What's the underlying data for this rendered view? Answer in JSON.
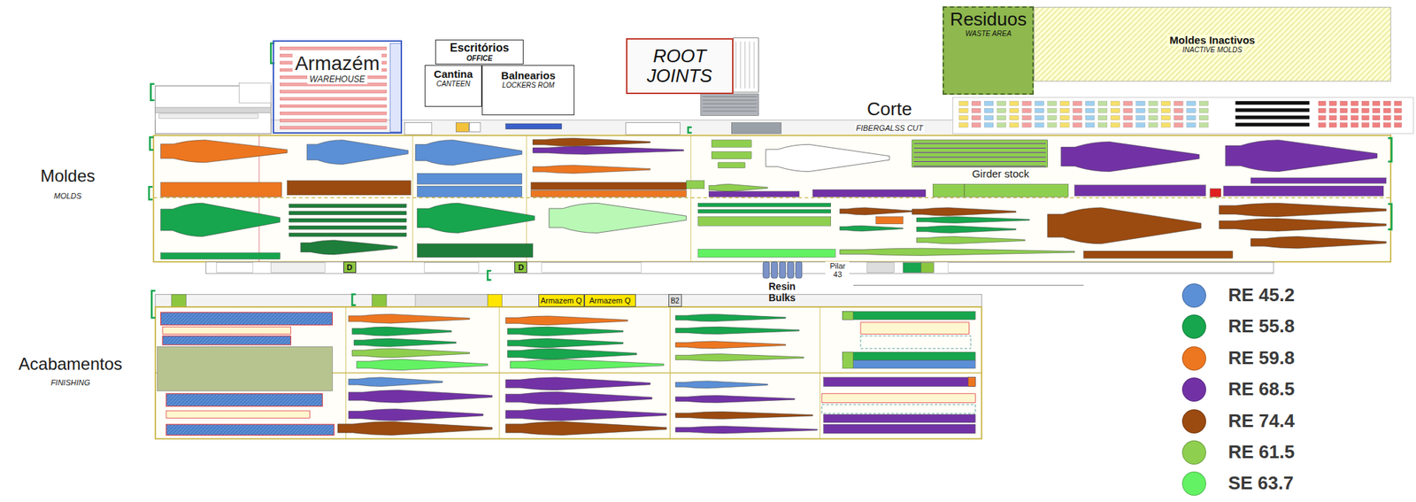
{
  "diagram": {
    "nodes": [
      {
        "text": [
          "Armazém",
          "WAREHOUSE"
        ]
      },
      {
        "text": [
          "Escritórios",
          "OFFICE"
        ]
      },
      {
        "text": [
          "Cantina",
          "CANTEEN"
        ]
      },
      {
        "text": [
          "Balnearios",
          "LOCKERS ROM"
        ]
      },
      {
        "text": [
          "ROOT JOINTS"
        ]
      },
      {
        "text": [
          "Residuos",
          "WASTE AREA"
        ]
      },
      {
        "text": [
          "Moldes Inactivos",
          "INACTIVE MOLDS"
        ]
      },
      {
        "text": [
          "D"
        ]
      },
      {
        "text": [
          "D"
        ]
      },
      {
        "text": [
          "Armazem Q"
        ]
      },
      {
        "text": [
          "Armazem Q"
        ]
      },
      {
        "text": [
          "B2"
        ]
      }
    ],
    "labels": [
      "Corte",
      "FIBERGALSS CUT",
      "Moldes",
      "MOLDS",
      "Girder stock",
      "Resin Bulks",
      "Pilar 43",
      "Acabamentos",
      "FINISHING"
    ],
    "legend": [
      {
        "text": "RE 45.2",
        "color": "#5b8fd6"
      },
      {
        "text": "RE 55.8",
        "color": "#17a54d"
      },
      {
        "text": "RE 59.8",
        "color": "#ed7620"
      },
      {
        "text": "RE 68.5",
        "color": "#7232a6"
      },
      {
        "text": "RE 74.4",
        "color": "#9b4a10"
      },
      {
        "text": "RE 61.5",
        "color": "#8fcf4f"
      },
      {
        "text": "SE 63.7",
        "color": "#63f263"
      }
    ]
  }
}
